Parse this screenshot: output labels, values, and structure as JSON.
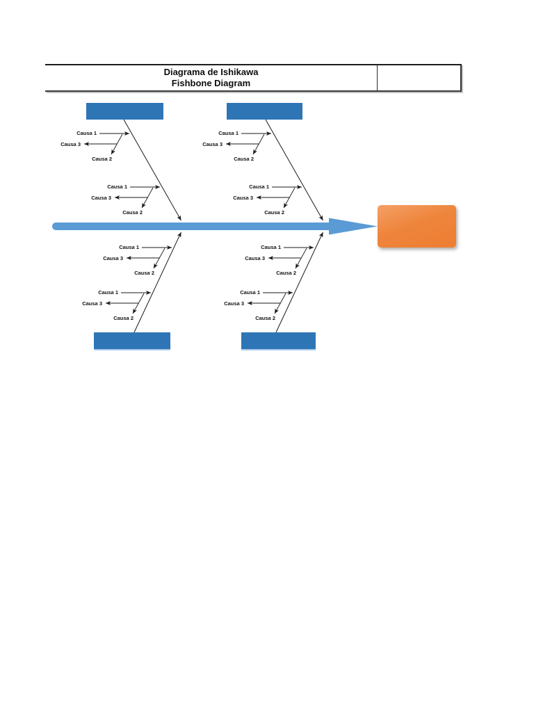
{
  "header": {
    "title_line1": "Diagrama de Ishikawa",
    "title_line2": "Fishbone Diagram"
  },
  "diagram": {
    "type": "fishbone",
    "colors": {
      "category_box": "#2E75B6",
      "spine": "#5B9BD5",
      "effect_box": "#ED7D31",
      "bone_lines": "#1a1a1a"
    },
    "category_boxes": [
      {
        "id": "top-left"
      },
      {
        "id": "top-right"
      },
      {
        "id": "bottom-left"
      },
      {
        "id": "bottom-right"
      }
    ],
    "effect_box": {
      "id": "effect"
    },
    "groups": [
      {
        "id": "top-left-upper",
        "cause1": "Causa 1",
        "cause2": "Causa 2",
        "cause3": "Causa 3"
      },
      {
        "id": "top-left-lower",
        "cause1": "Causa 1",
        "cause2": "Causa 2",
        "cause3": "Causa 3"
      },
      {
        "id": "top-right-upper",
        "cause1": "Causa 1",
        "cause2": "Causa 2",
        "cause3": "Causa 3"
      },
      {
        "id": "top-right-lower",
        "cause1": "Causa 1",
        "cause2": "Causa 2",
        "cause3": "Causa 3"
      },
      {
        "id": "bottom-left-upper",
        "cause1": "Causa 1",
        "cause2": "Causa 2",
        "cause3": "Causa 3"
      },
      {
        "id": "bottom-left-lower",
        "cause1": "Causa 1",
        "cause2": "Causa 2",
        "cause3": "Causa 3"
      },
      {
        "id": "bottom-right-upper",
        "cause1": "Causa 1",
        "cause2": "Causa 2",
        "cause3": "Causa 3"
      },
      {
        "id": "bottom-right-lower",
        "cause1": "Causa 1",
        "cause2": "Causa 2",
        "cause3": "Causa 3"
      }
    ]
  }
}
